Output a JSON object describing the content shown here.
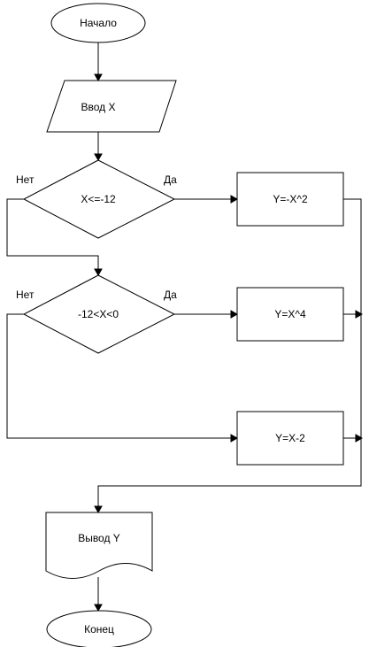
{
  "flowchart": {
    "start": "Начало",
    "input": "Ввод X",
    "decision1": {
      "condition": "X<=-12",
      "yes_label": "Да",
      "no_label": "Нет"
    },
    "decision2": {
      "condition": "-12<X<0",
      "yes_label": "Да",
      "no_label": "Нет"
    },
    "process1": "Y=-X^2",
    "process2": "Y=X^4",
    "process3": "Y=X-2",
    "output": "Вывод Y",
    "end": "Конец"
  }
}
